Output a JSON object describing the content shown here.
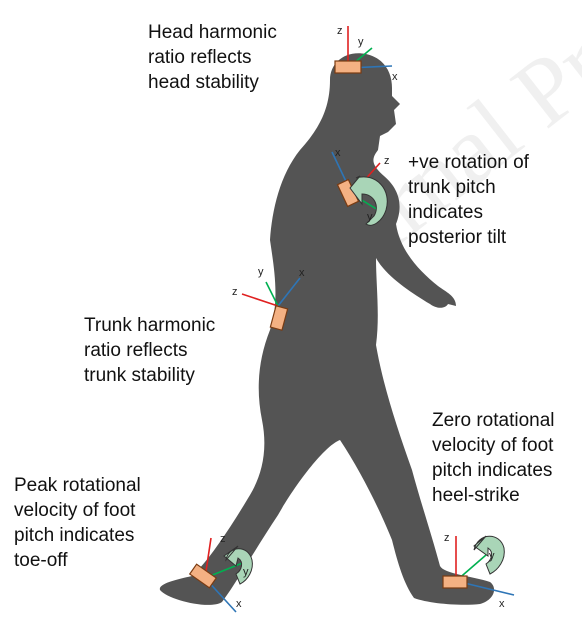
{
  "watermark": "Journal Pre-proof",
  "callouts": {
    "head": [
      "Head harmonic",
      "ratio reflects",
      "head stability"
    ],
    "trunk_pitch": [
      "+ve rotation of",
      "trunk pitch",
      "indicates",
      "posterior tilt"
    ],
    "trunk": [
      "Trunk harmonic",
      "ratio reflects",
      "trunk stability"
    ],
    "heel_strike": [
      "Zero rotational",
      "velocity of foot",
      "pitch indicates",
      "heel-strike"
    ],
    "toe_off": [
      "Peak rotational",
      "velocity of foot",
      "pitch indicates",
      "toe-off"
    ]
  },
  "axis_labels": {
    "x": "x",
    "y": "y",
    "z": "z"
  },
  "colors": {
    "silhouette": "#545454",
    "sensor": "#f4b183",
    "sensor_border": "#7a3b12",
    "x_axis": "#2e75b6",
    "y_axis": "#00b050",
    "z_axis": "#e02020",
    "rotation_arrow": "#a9d5b7",
    "rotation_arrow_border": "#333333"
  }
}
